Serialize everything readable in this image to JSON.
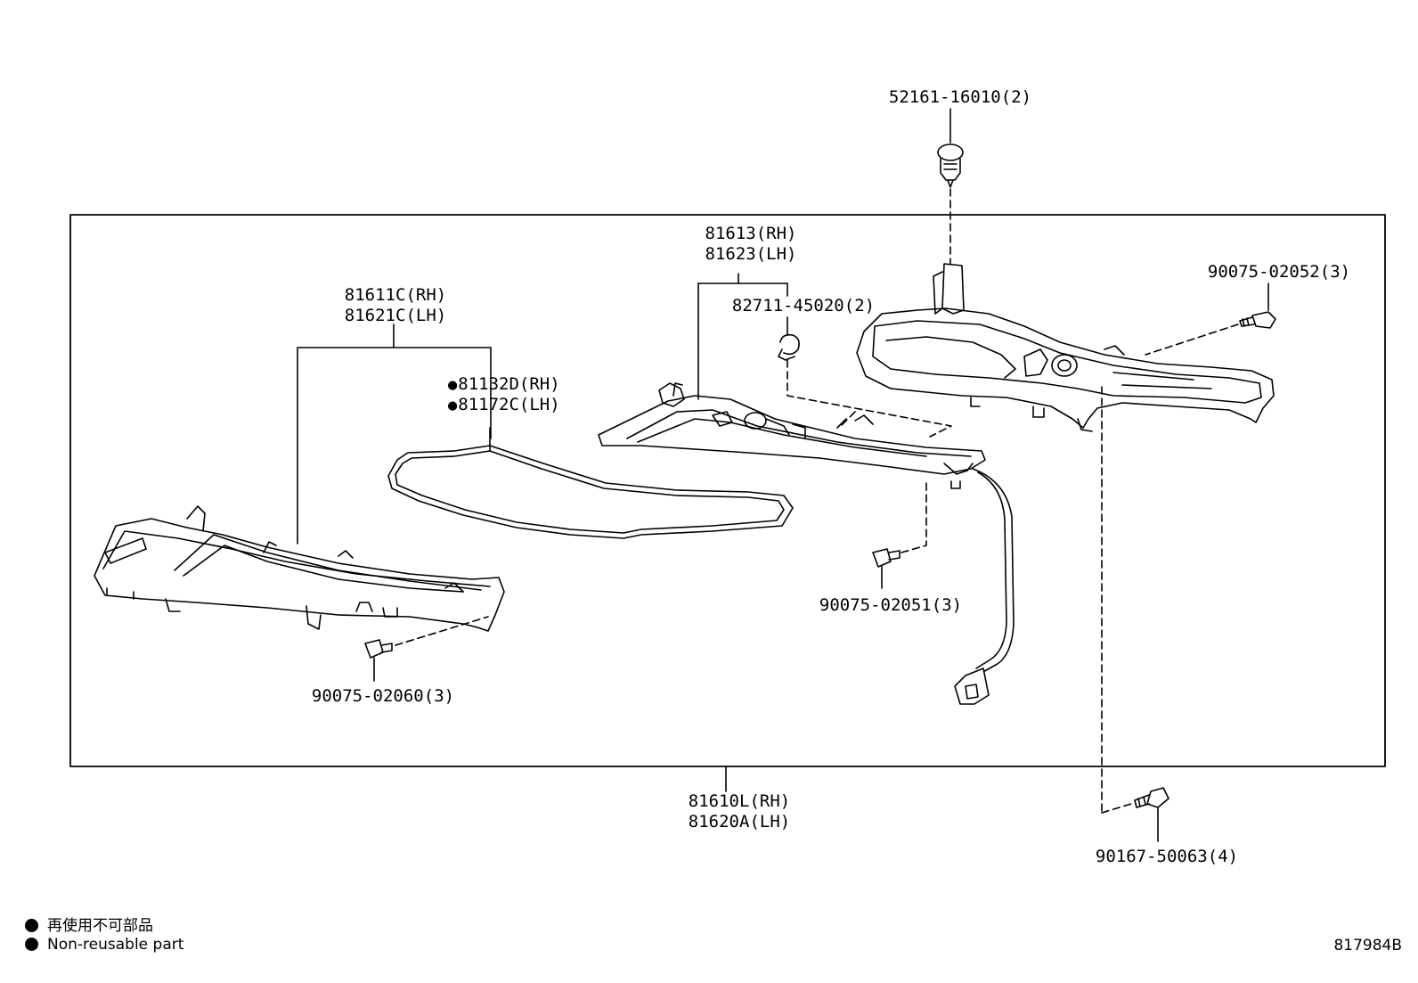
{
  "parts": {
    "clip_top": "52161-16010(2)",
    "bezel_rh": "81613(RH)",
    "bezel_lh": "81623(LH)",
    "socket": "82711-45020(2)",
    "screw_right": "90075-02052(3)",
    "lens_rh": "81611C(RH)",
    "lens_lh": "81621C(LH)",
    "gasket_rh": "81132D(RH)",
    "gasket_lh": "81172C(LH)",
    "screw_mid": "90075-02051(3)",
    "screw_left": "90075-02060(3)",
    "assembly_rh": "81610L(RH)",
    "assembly_lh": "81620A(LH)",
    "bolt_bottom": "90167-50063(4)"
  },
  "legend": {
    "jp": "再使用不可部品",
    "en": "Non-reusable part"
  },
  "diagram_code": "817984B"
}
